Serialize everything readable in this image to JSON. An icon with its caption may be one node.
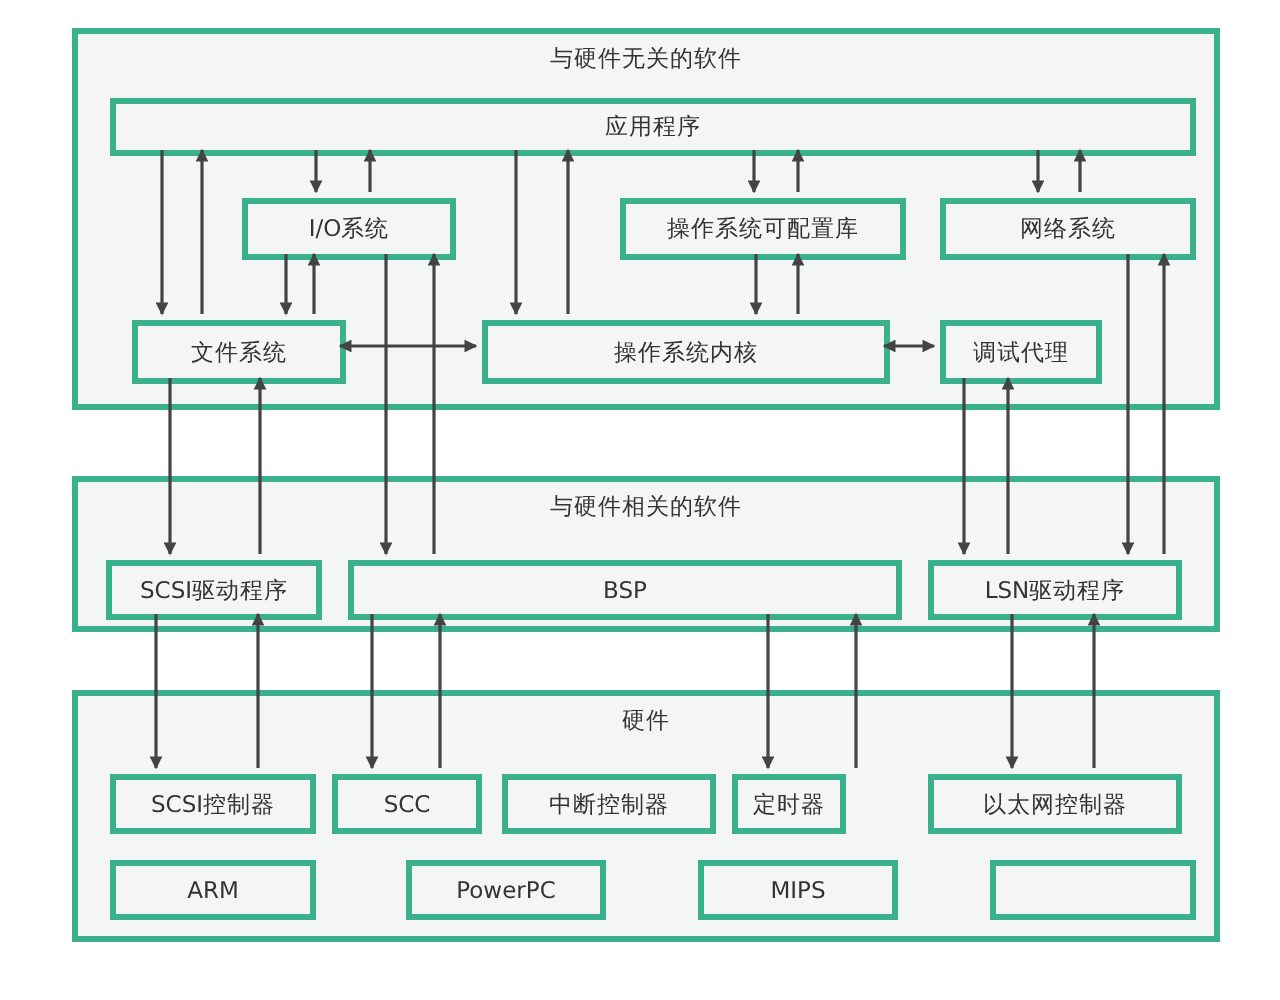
{
  "diagram": {
    "nodes": [
      {
        "text": [
          "与硬件无关的软件"
        ]
      },
      {
        "text": [
          "应用程序"
        ],
        "in": 0
      },
      {
        "text": [
          "I/O系统"
        ],
        "in": 0
      },
      {
        "text": [
          "操作系统可配置库"
        ],
        "in": 0
      },
      {
        "text": [
          "网络系统"
        ],
        "in": 0
      },
      {
        "text": [
          "文件系统"
        ],
        "in": 0
      },
      {
        "text": [
          "操作系统内核"
        ],
        "in": 0
      },
      {
        "text": [
          "调试代理"
        ],
        "in": 0
      },
      {
        "text": [
          "与硬件相关的软件"
        ]
      },
      {
        "text": [
          "SCSI驱动程序"
        ],
        "in": 8
      },
      {
        "text": [
          "BSP"
        ],
        "in": 8
      },
      {
        "text": [
          "LSN驱动程序"
        ],
        "in": 8
      },
      {
        "text": [
          "硬件"
        ]
      },
      {
        "text": [
          "SCSI控制器"
        ],
        "in": 12
      },
      {
        "text": [
          "SCC"
        ],
        "in": 12
      },
      {
        "text": [
          "中断控制器"
        ],
        "in": 12
      },
      {
        "text": [
          "定时器"
        ],
        "in": 12
      },
      {
        "text": [
          "以太网控制器"
        ],
        "in": 12
      },
      {
        "text": [
          "ARM"
        ],
        "in": 12
      },
      {
        "text": [
          "PowerPC"
        ],
        "in": 12
      },
      {
        "text": [
          "MIPS"
        ],
        "in": 12
      },
      {
        "text": [],
        "shape": "box",
        "in": 12
      }
    ],
    "edges": [
      {
        "from": 1,
        "to": 5,
        "arrow": "to"
      },
      {
        "from": 5,
        "to": 1,
        "arrow": "to"
      },
      {
        "from": 1,
        "to": 2,
        "arrow": "to"
      },
      {
        "from": 2,
        "to": 1,
        "arrow": "to"
      },
      {
        "from": 2,
        "to": 5,
        "arrow": "to"
      },
      {
        "from": 5,
        "to": 2,
        "arrow": "to"
      },
      {
        "from": 2,
        "to": 10,
        "arrow": "to"
      },
      {
        "from": 10,
        "to": 2,
        "arrow": "to"
      },
      {
        "from": 1,
        "to": 6,
        "arrow": "to"
      },
      {
        "from": 6,
        "to": 1,
        "arrow": "to"
      },
      {
        "from": 1,
        "to": 3,
        "arrow": "to"
      },
      {
        "from": 3,
        "to": 1,
        "arrow": "to"
      },
      {
        "from": 3,
        "to": 6,
        "arrow": "to"
      },
      {
        "from": 6,
        "to": 3,
        "arrow": "to"
      },
      {
        "from": 1,
        "to": 4,
        "arrow": "to"
      },
      {
        "from": 4,
        "to": 1,
        "arrow": "to"
      },
      {
        "from": 4,
        "to": 11,
        "arrow": "to"
      },
      {
        "from": 11,
        "to": 4,
        "arrow": "to"
      },
      {
        "from": 7,
        "to": 11,
        "arrow": "to"
      },
      {
        "from": 11,
        "to": 7,
        "arrow": "to"
      },
      {
        "from": 5,
        "to": 6,
        "arrow": "both"
      },
      {
        "from": 6,
        "to": 7,
        "arrow": "both"
      },
      {
        "from": 5,
        "to": 9,
        "arrow": "to"
      },
      {
        "from": 9,
        "to": 5,
        "arrow": "to"
      },
      {
        "from": 9,
        "to": 13,
        "arrow": "to"
      },
      {
        "from": 13,
        "to": 9,
        "arrow": "to"
      },
      {
        "from": 10,
        "to": 14,
        "arrow": "to"
      },
      {
        "from": 14,
        "to": 10,
        "arrow": "to"
      },
      {
        "from": 10,
        "to": 16,
        "arrow": "to"
      },
      {
        "from": 16,
        "to": 10,
        "arrow": "to"
      },
      {
        "from": 11,
        "to": 17,
        "arrow": "to"
      },
      {
        "from": 17,
        "to": 11,
        "arrow": "to"
      }
    ]
  }
}
